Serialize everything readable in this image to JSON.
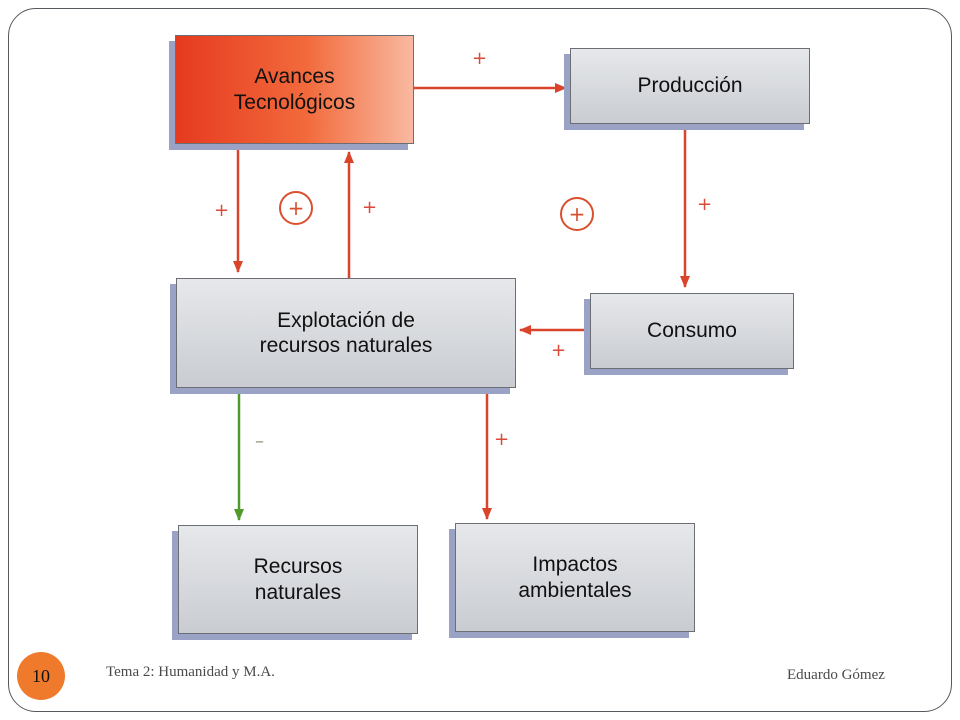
{
  "diagram": {
    "boxes": [
      {
        "id": "avances",
        "label": "Avances\nTecnológicos",
        "style": "orange"
      },
      {
        "id": "produccion",
        "label": "Producción",
        "style": "gray"
      },
      {
        "id": "explotacion",
        "label": "Explotación de\nrecursos naturales",
        "style": "gray"
      },
      {
        "id": "consumo",
        "label": "Consumo",
        "style": "gray"
      },
      {
        "id": "recursos",
        "label": "Recursos\nnaturales",
        "style": "gray"
      },
      {
        "id": "impactos",
        "label": "Impactos\nambientales",
        "style": "gray"
      }
    ],
    "links": [
      {
        "from": "avances",
        "to": "produccion",
        "sign": "+"
      },
      {
        "from": "produccion",
        "to": "consumo",
        "sign": "+"
      },
      {
        "from": "consumo",
        "to": "explotacion",
        "sign": "+"
      },
      {
        "from": "avances",
        "to": "explotacion",
        "sign": "+"
      },
      {
        "from": "explotacion",
        "to": "avances",
        "sign": "+"
      },
      {
        "from": "explotacion",
        "to": "recursos",
        "sign": "–"
      },
      {
        "from": "explotacion",
        "to": "impactos",
        "sign": "+"
      }
    ],
    "loops": [
      {
        "id": "loop-left",
        "sign": "+"
      },
      {
        "id": "loop-right",
        "sign": "+"
      }
    ],
    "colors": {
      "positive_arrow": "#d9442b",
      "negative_arrow": "#4f9a2a",
      "accent": "#ef7a2b"
    }
  },
  "footer": {
    "page_number": "10",
    "course": "Tema 2: Humanidad y M.A.",
    "author": "Eduardo Gómez"
  }
}
